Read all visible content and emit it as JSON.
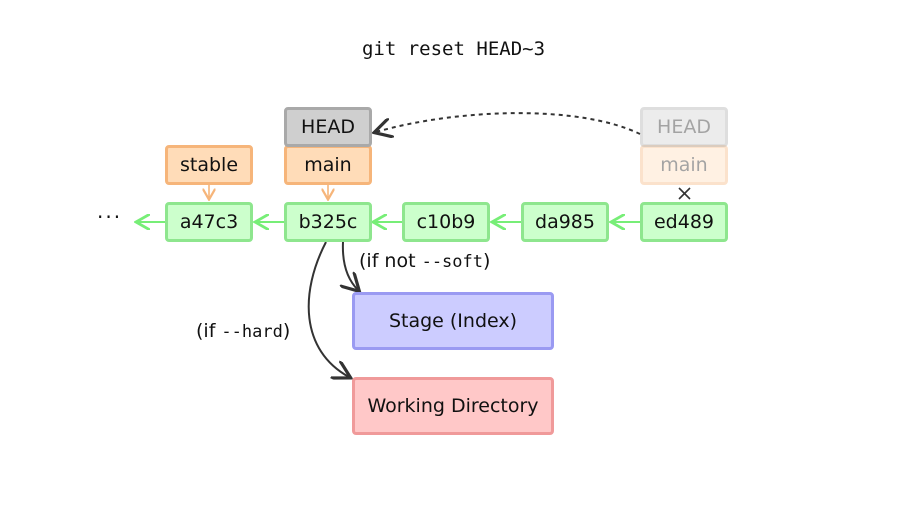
{
  "title": "git reset HEAD~3",
  "ellipsis": "···",
  "commits": [
    "a47c3",
    "b325c",
    "c10b9",
    "da985",
    "ed489"
  ],
  "branches": {
    "stable": "stable",
    "main_new": "main",
    "main_old": "main"
  },
  "heads": {
    "new": "HEAD",
    "old": "HEAD"
  },
  "areas": {
    "stage": "Stage (Index)",
    "working_directory": "Working Directory"
  },
  "labels": {
    "if_not_soft_prefix": "(if not ",
    "if_not_soft_flag": "--soft",
    "if_not_soft_suffix": ")",
    "if_hard_prefix": "(if ",
    "if_hard_flag": "--hard",
    "if_hard_suffix": ")"
  },
  "colors": {
    "commit_fill": "#ccffcc",
    "commit_border": "#8ee68e",
    "branch_fill": "#ffdcb8",
    "branch_border": "#f6b57a",
    "head_fill": "#cfcfcf",
    "head_border": "#a9a9a9",
    "stage_fill": "#ccccff",
    "working_dir_fill": "#ffc8c8"
  }
}
